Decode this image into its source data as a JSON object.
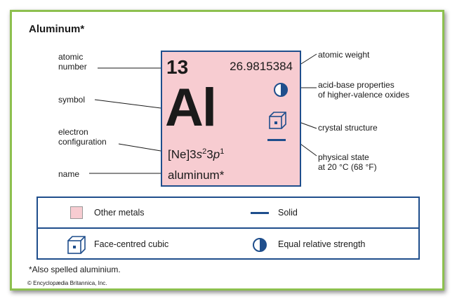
{
  "title": "Aluminum*",
  "element": {
    "atomic_number": "13",
    "atomic_weight": "26.9815384",
    "symbol": "Al",
    "configuration_prefix": "[Ne]3",
    "config_s": "s",
    "config_s_exp": "2",
    "config_3": "3",
    "config_p": "p",
    "config_p_exp": "1",
    "name": "aluminum*"
  },
  "left_labels": {
    "atomic_number_1": "atomic",
    "atomic_number_2": "number",
    "symbol": "symbol",
    "electron_config_1": "electron",
    "electron_config_2": "configuration",
    "name": "name"
  },
  "right_labels": {
    "atomic_weight": "atomic weight",
    "acid_base_1": "acid-base properties",
    "acid_base_2": "of higher-valence oxides",
    "crystal_structure": "crystal structure",
    "physical_state_1": "physical state",
    "physical_state_2": "at 20 °C (68 °F)"
  },
  "legend": {
    "other_metals": "Other metals",
    "solid": "Solid",
    "fcc": "Face-centred cubic",
    "equal_strength": "Equal relative strength"
  },
  "footnote": "*Also spelled aluminium.",
  "copyright": "© Encyclopædia Britannica, Inc.",
  "colors": {
    "border_green": "#8dc04f",
    "tile_pink": "#f7ccd1",
    "accent_blue": "#1f4e8c"
  },
  "icons": [
    "half-filled-circle-icon",
    "face-centred-cube-icon",
    "solid-state-line-icon"
  ]
}
